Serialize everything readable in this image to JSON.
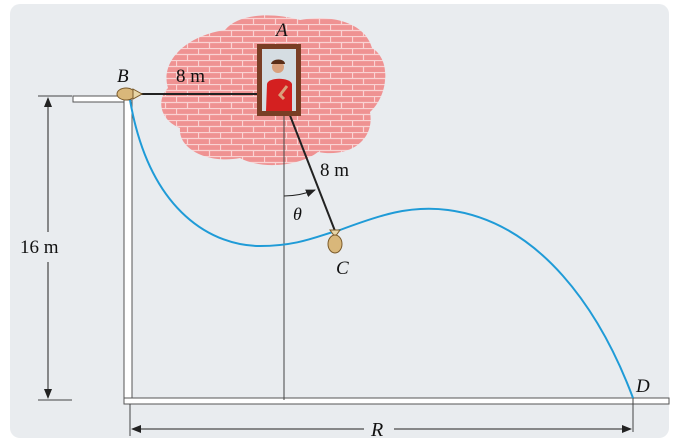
{
  "diagram": {
    "points": {
      "a": "A",
      "b": "B",
      "c": "C",
      "d": "D"
    },
    "dimensions": {
      "rope_ab": "8 m",
      "rope_ac": "8 m",
      "building_height": "16 m",
      "range": "R"
    },
    "angle": "θ"
  },
  "colors": {
    "background": "#e9ecef",
    "brick_wall": "#f08a8a",
    "brick_mortar": "#fbd0d0",
    "window_frame": "#7a3e25",
    "trajectory": "#1f9bd7",
    "ground": "#4a4a4a"
  }
}
